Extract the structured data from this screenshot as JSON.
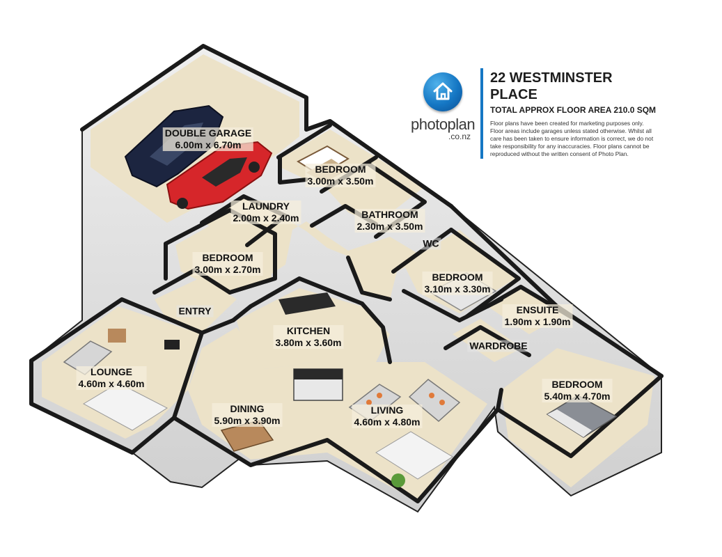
{
  "header": {
    "title": "22 WESTMINSTER PLACE",
    "subtitle": "TOTAL APPROX FLOOR AREA 210.0 SQM",
    "disclaimer": "Floor plans have been created for marketing purposes only. Floor areas include garages unless stated otherwise. Whilst all care has been taken to ensure information is correct, we do not take responsibility for any inaccuracies. Floor plans cannot be reproduced without the written consent of Photo Plan."
  },
  "brand": {
    "name": "photoplan",
    "domain": ".co.nz",
    "icon": "house-icon",
    "accent": "#1577c4"
  },
  "colors": {
    "floor": "#ece2c8",
    "wall": "#1a1a1a",
    "wall_side": "#d9d9d9",
    "car_blue": "#1c2540",
    "car_red": "#d6262a"
  },
  "rooms": {
    "garage": {
      "name": "DOUBLE GARAGE",
      "dims": "6.00m x 6.70m"
    },
    "bedroom1": {
      "name": "BEDROOM",
      "dims": "3.00m x 3.50m"
    },
    "laundry": {
      "name": "LAUNDRY",
      "dims": "2.00m x 2.40m"
    },
    "bathroom": {
      "name": "BATHROOM",
      "dims": "2.30m x 3.50m"
    },
    "wc": {
      "name": "WC"
    },
    "bedroom2": {
      "name": "BEDROOM",
      "dims": "3.00m x 2.70m"
    },
    "bedroom3": {
      "name": "BEDROOM",
      "dims": "3.10m x 3.30m"
    },
    "entry": {
      "name": "ENTRY"
    },
    "ensuite": {
      "name": "ENSUITE",
      "dims": "1.90m x 1.90m"
    },
    "kitchen": {
      "name": "KITCHEN",
      "dims": "3.80m x 3.60m"
    },
    "wardrobe": {
      "name": "WARDROBE"
    },
    "lounge": {
      "name": "LOUNGE",
      "dims": "4.60m x 4.60m"
    },
    "bedroom4": {
      "name": "BEDROOM",
      "dims": "5.40m x 4.70m"
    },
    "dining": {
      "name": "DINING",
      "dims": "5.90m x 3.90m"
    },
    "living": {
      "name": "LIVING",
      "dims": "4.60m x 4.80m"
    }
  }
}
